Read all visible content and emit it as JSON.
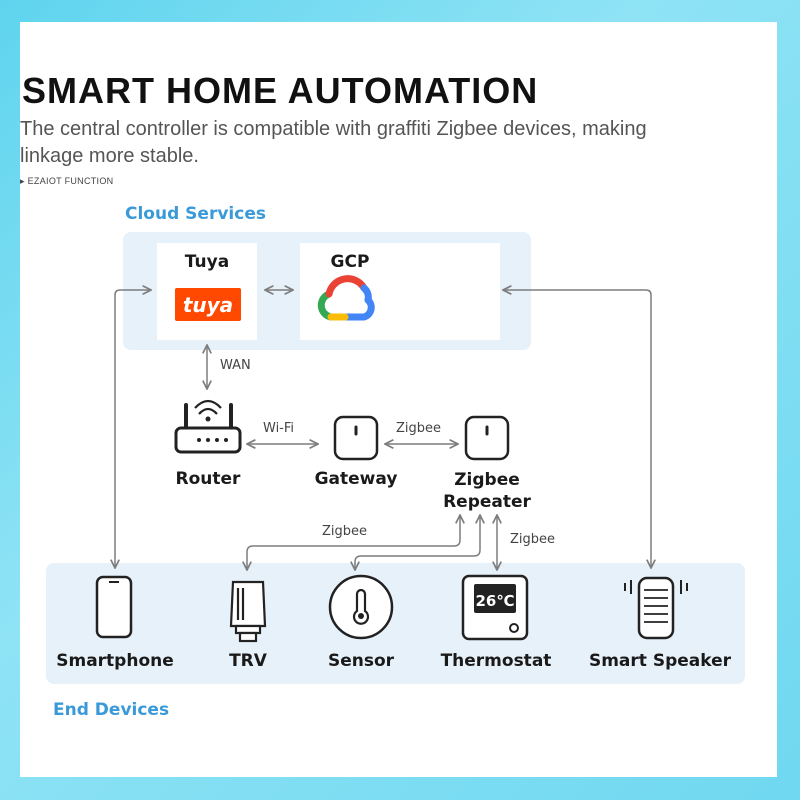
{
  "header": {
    "title": "SMART HOME AUTOMATION",
    "subtitle": "The central controller is compatible with graffiti Zigbee devices, making linkage more stable.",
    "function_label": "EZAIOT FUNCTION"
  },
  "diagram": {
    "cloud_section_label": "Cloud Services",
    "end_section_label": "End Devices",
    "nodes": {
      "tuya": "Tuya",
      "tuya_logo_text": "tuya",
      "gcp": "GCP",
      "router": "Router",
      "gateway": "Gateway",
      "repeater_line1": "Zigbee",
      "repeater_line2": "Repeater",
      "smartphone": "Smartphone",
      "trv": "TRV",
      "sensor": "Sensor",
      "thermostat": "Thermostat",
      "thermostat_display": "26℃",
      "speaker": "Smart Speaker"
    },
    "edges": {
      "wan": "WAN",
      "wifi": "Wi-Fi",
      "zigbee_gateway_repeater": "Zigbee",
      "zigbee_repeater_trv": "Zigbee",
      "zigbee_repeater_thermostat": "Zigbee"
    },
    "colors": {
      "section_label": "#3a9ad9",
      "panel": "#e7f1fa",
      "tuya_brand": "#ff4800",
      "connector": "#7d7d7d"
    }
  }
}
